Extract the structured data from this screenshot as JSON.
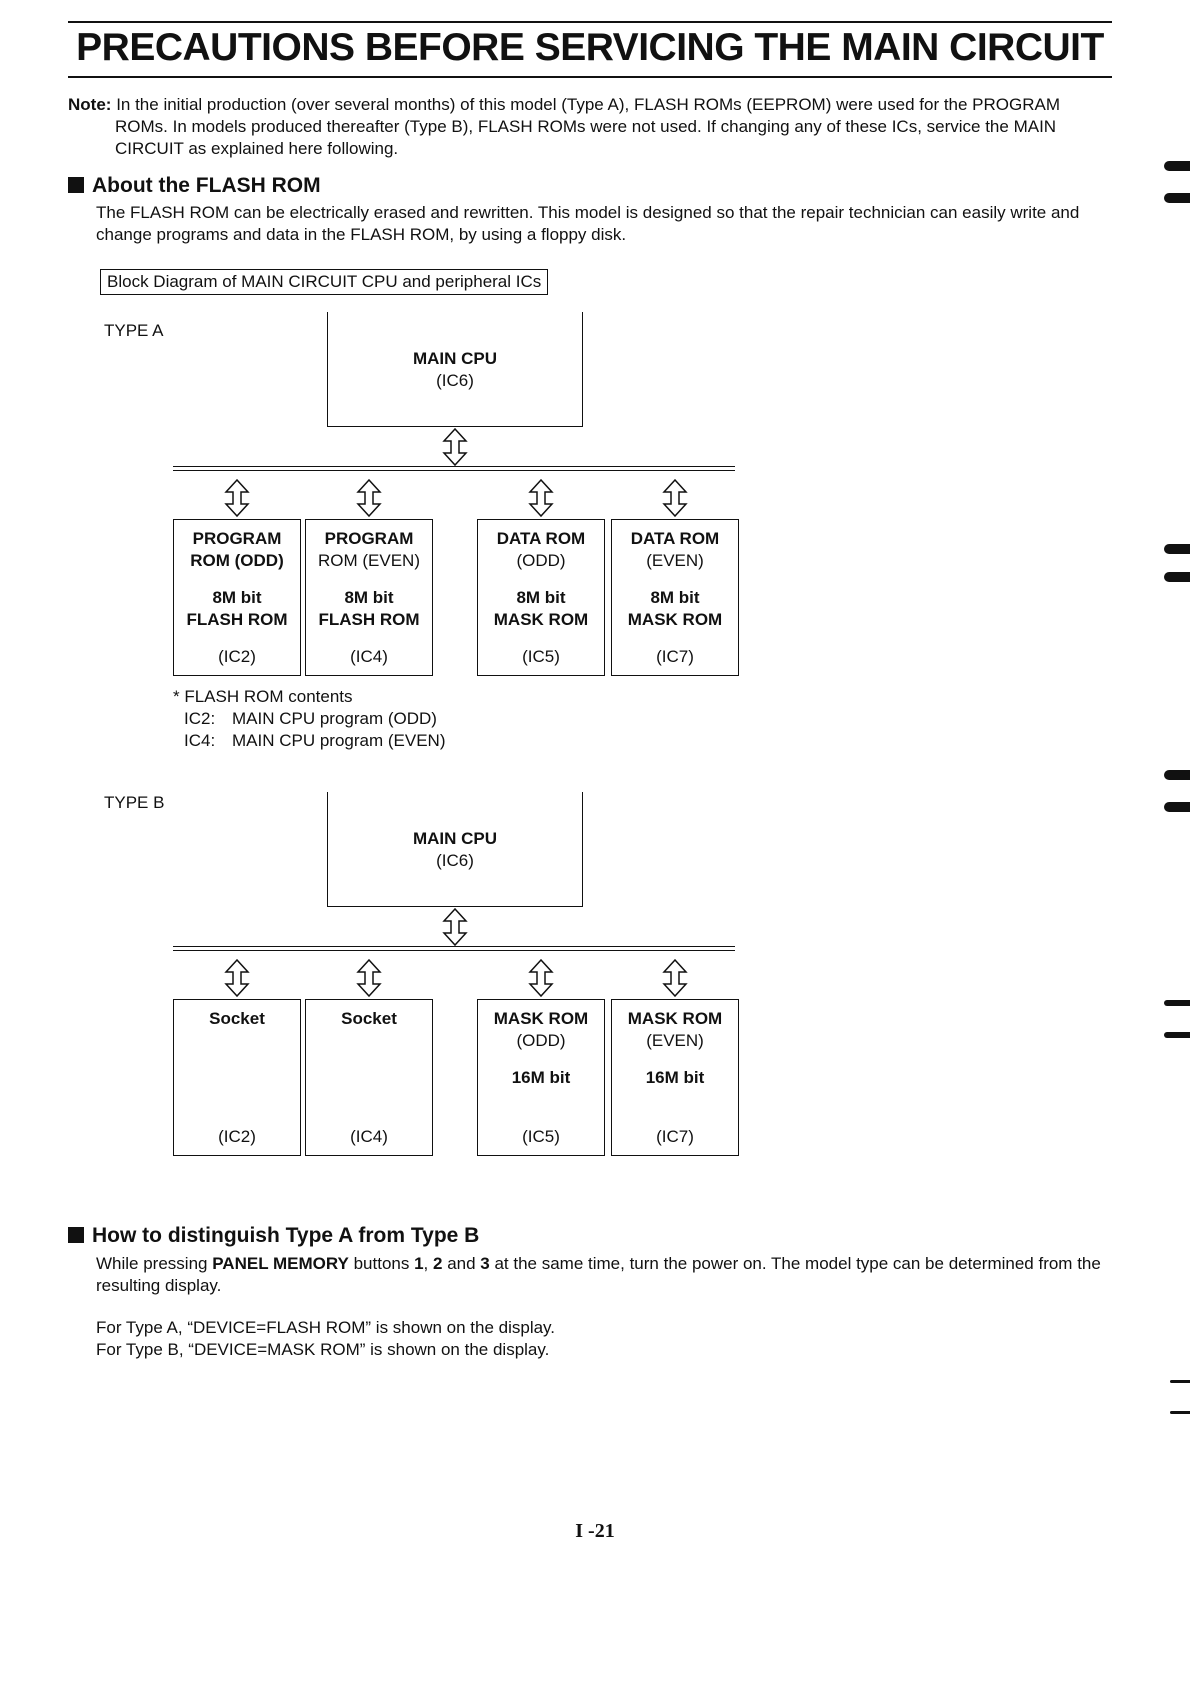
{
  "page": {
    "title": "PRECAUTIONS BEFORE SERVICING THE MAIN CIRCUIT",
    "note_label": "Note:",
    "note_text": "In the initial production (over several months) of this model (Type A), FLASH ROMs (EEPROM) were used for the PROGRAM",
    "note_cont": "ROMs. In models produced thereafter (Type B), FLASH ROMs were not used. If changing any of these ICs, service the MAIN CIRCUIT as explained here following.",
    "page_number": "I -21"
  },
  "section1": {
    "heading": "About the FLASH ROM",
    "body": "The FLASH ROM can be electrically erased and rewritten. This model is designed so that the repair technician can easily write and change programs and data in the FLASH ROM, by using a floppy disk."
  },
  "diagram": {
    "label": "Block Diagram of MAIN CIRCUIT CPU and peripheral ICs",
    "type_a": {
      "label": "TYPE A",
      "cpu_name": "MAIN CPU",
      "cpu_id": "(IC6)",
      "chips": [
        {
          "l1": "PROGRAM",
          "l2": "ROM (ODD)",
          "l3": "8M bit",
          "l4": "FLASH ROM",
          "id": "(IC2)"
        },
        {
          "l1": "PROGRAM",
          "l2": "ROM (EVEN)",
          "l3": "8M bit",
          "l4": "FLASH ROM",
          "id": "(IC4)"
        },
        {
          "l1": "DATA ROM",
          "l2": "(ODD)",
          "l3": "8M bit",
          "l4": "MASK ROM",
          "id": "(IC5)"
        },
        {
          "l1": "DATA ROM",
          "l2": "(EVEN)",
          "l3": "8M bit",
          "l4": "MASK ROM",
          "id": "(IC7)"
        }
      ],
      "notes_title": "* FLASH ROM contents",
      "notes": [
        {
          "k": "IC2:",
          "v": "MAIN CPU program (ODD)"
        },
        {
          "k": "IC4:",
          "v": "MAIN CPU program (EVEN)"
        }
      ]
    },
    "type_b": {
      "label": "TYPE B",
      "cpu_name": "MAIN CPU",
      "cpu_id": "(IC6)",
      "chips": [
        {
          "l1": "Socket",
          "l2": "",
          "l3": "",
          "l4": "",
          "id": "(IC2)"
        },
        {
          "l1": "Socket",
          "l2": "",
          "l3": "",
          "l4": "",
          "id": "(IC4)"
        },
        {
          "l1": "MASK ROM",
          "l2": "(ODD)",
          "l3": "16M bit",
          "l4": "",
          "id": "(IC5)"
        },
        {
          "l1": "MASK ROM",
          "l2": "(EVEN)",
          "l3": "16M bit",
          "l4": "",
          "id": "(IC7)"
        }
      ]
    }
  },
  "section2": {
    "heading": "How to distinguish Type A from Type B",
    "p1_a": "While pressing ",
    "p1_b": "PANEL MEMORY",
    "p1_c": " buttons ",
    "p1_d": "1",
    "p1_e": ", ",
    "p1_f": "2",
    "p1_g": " and ",
    "p1_h": "3",
    "p1_i": " at the same time, turn the power on. The model type can be determined from the resulting display.",
    "line_a": "For Type A, “DEVICE=FLASH ROM” is shown on the display.",
    "line_b": "For Type B, “DEVICE=MASK ROM” is shown on the display."
  }
}
